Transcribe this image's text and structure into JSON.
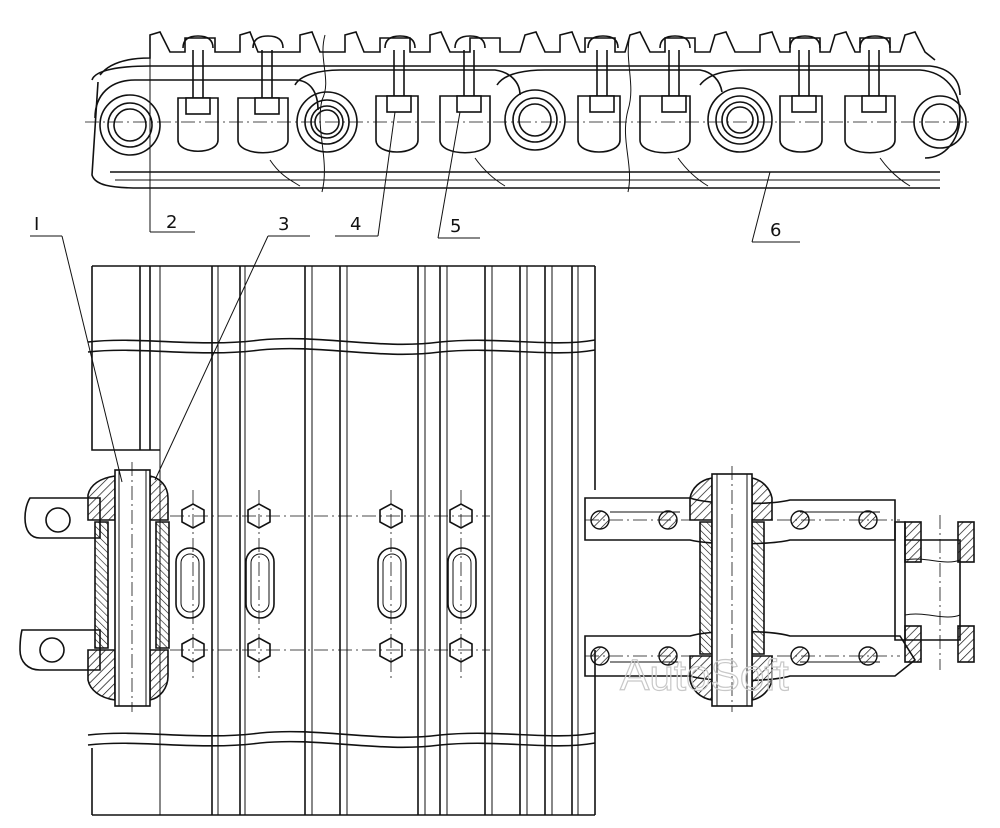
{
  "callouts": {
    "c1": "I",
    "c2": "2",
    "c3": "3",
    "c4": "4",
    "c5": "5",
    "c6": "6"
  },
  "watermark": "AutoSoft"
}
